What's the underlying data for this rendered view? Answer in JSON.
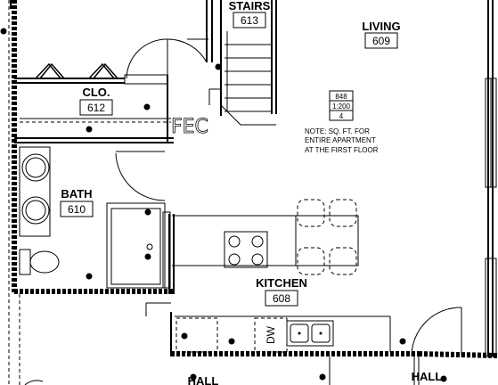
{
  "rooms": {
    "stairs": {
      "name": "STAIRS",
      "number": "613"
    },
    "living": {
      "name": "LIVING",
      "number": "609"
    },
    "closet": {
      "name": "CLO.",
      "number": "612"
    },
    "bath": {
      "name": "BATH",
      "number": "610"
    },
    "kitchen": {
      "name": "KITCHEN",
      "number": "608"
    },
    "hall_left": {
      "name": "HALL"
    },
    "hall_right": {
      "name": "HALL"
    }
  },
  "area_tag": {
    "area": "848",
    "scale": "1:200",
    "count": "4"
  },
  "note": {
    "line1": "NOTE: SQ. FT. FOR",
    "line2": "ENTIRE APARTMENT",
    "line3": "AT THE FIRST FLOOR"
  },
  "fec_label": "FEC",
  "dishwasher_label": "DW"
}
